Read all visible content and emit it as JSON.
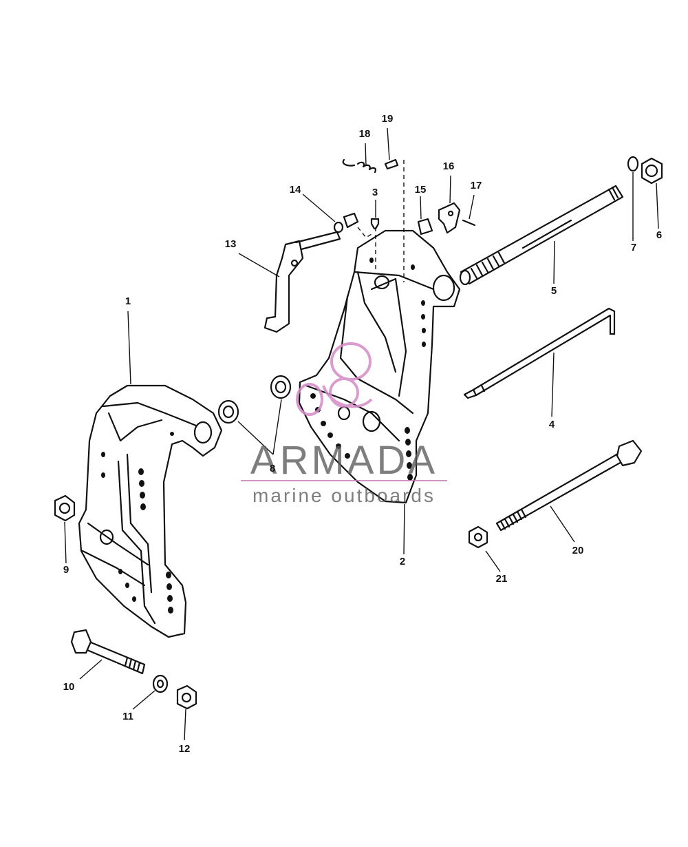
{
  "watermark": {
    "title": "ARMADA",
    "subtitle": "marine outboards",
    "accent_color": "#d48ac6",
    "text_color": "#5a5a5a"
  },
  "callouts": [
    {
      "id": "1",
      "label": "1"
    },
    {
      "id": "2",
      "label": "2"
    },
    {
      "id": "3",
      "label": "3"
    },
    {
      "id": "4",
      "label": "4"
    },
    {
      "id": "5",
      "label": "5"
    },
    {
      "id": "6",
      "label": "6"
    },
    {
      "id": "7",
      "label": "7"
    },
    {
      "id": "8",
      "label": "8"
    },
    {
      "id": "9",
      "label": "9"
    },
    {
      "id": "10",
      "label": "10"
    },
    {
      "id": "11",
      "label": "11"
    },
    {
      "id": "12",
      "label": "12"
    },
    {
      "id": "13",
      "label": "13"
    },
    {
      "id": "14",
      "label": "14"
    },
    {
      "id": "15",
      "label": "15"
    },
    {
      "id": "16",
      "label": "16"
    },
    {
      "id": "17",
      "label": "17"
    },
    {
      "id": "18",
      "label": "18"
    },
    {
      "id": "19",
      "label": "19"
    },
    {
      "id": "20",
      "label": "20"
    },
    {
      "id": "21",
      "label": "21"
    }
  ]
}
